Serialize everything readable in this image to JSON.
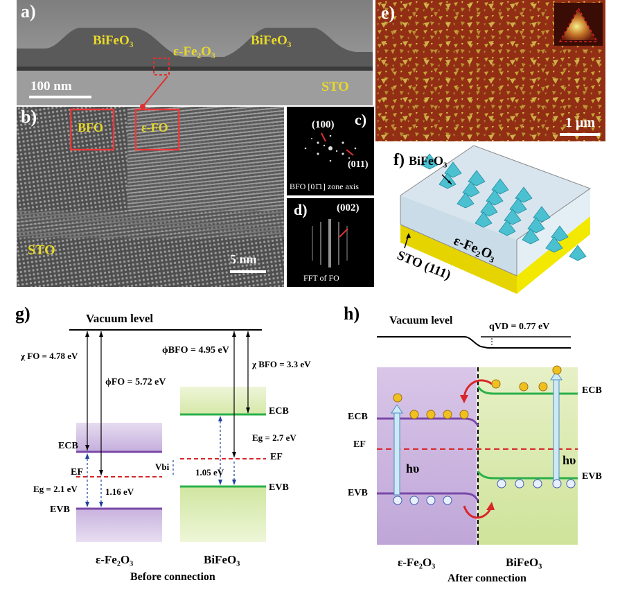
{
  "panel_a": {
    "label": "a)",
    "bfo_left": "BiFeO₃",
    "bfo_right": "BiFeO₃",
    "efo": "ε-Fe₂O₃",
    "scale": "100 nm",
    "sto": "STO"
  },
  "panel_b": {
    "label": "b)",
    "bfo_box": "BFO",
    "efo_box": "ε-FO",
    "sto": "STO",
    "scale": "5 nm"
  },
  "panel_c": {
    "label": "c)",
    "spot1": "(100)",
    "spot2": "(011)",
    "caption": "BFO [01̄1] zone axis"
  },
  "panel_d": {
    "label": "d)",
    "spot": "(002)",
    "caption": "FFT of FO"
  },
  "panel_e": {
    "label": "e)",
    "scale": "1 μm"
  },
  "panel_f": {
    "label": "f)",
    "bfo": "BiFeO₃",
    "efo": "ε-Fe₂O₃",
    "sto": "STO (111)"
  },
  "panel_g": {
    "label": "g)",
    "vacuum": "Vacuum level",
    "chi_fo": "χ FO = 4.78 eV",
    "phi_fo": "ϕFO = 5.72 eV",
    "phi_bfo": "ϕBFO = 4.95 eV",
    "chi_bfo": "χ BFO = 3.3 eV",
    "ecb_left": "ECB",
    "ef_left": "EF",
    "eg_left": "Eg = 2.1 eV",
    "evb_left": "EVB",
    "gap_116": "1.16 eV",
    "vbi": "Vbi",
    "ecb_right": "ECB",
    "eg_right": "Eg = 2.7 eV",
    "ef_right": "EF",
    "gap_105": "1.05 eV",
    "evb_right": "EVB",
    "mat_left": "ε-Fe₂O₃",
    "mat_right": "BiFeO₃",
    "caption": "Before connection"
  },
  "panel_h": {
    "label": "h)",
    "vacuum": "Vacuum level",
    "qvd": "qVD = 0.77 eV",
    "ecb_left": "ECB",
    "ef_left": "EF",
    "evb_left": "EVB",
    "hv_left": "hυ",
    "hv_right": "hυ",
    "ecb_right": "ECB",
    "evb_right": "EVB",
    "mat_left": "ε-Fe₂O₃",
    "mat_right": "BiFeO₃",
    "caption": "After connection"
  },
  "colors": {
    "purple_band": "#7a48a8",
    "green_band": "#2bb04a",
    "fermi": "#d8262a",
    "label_yellow": "#e8d82a"
  }
}
